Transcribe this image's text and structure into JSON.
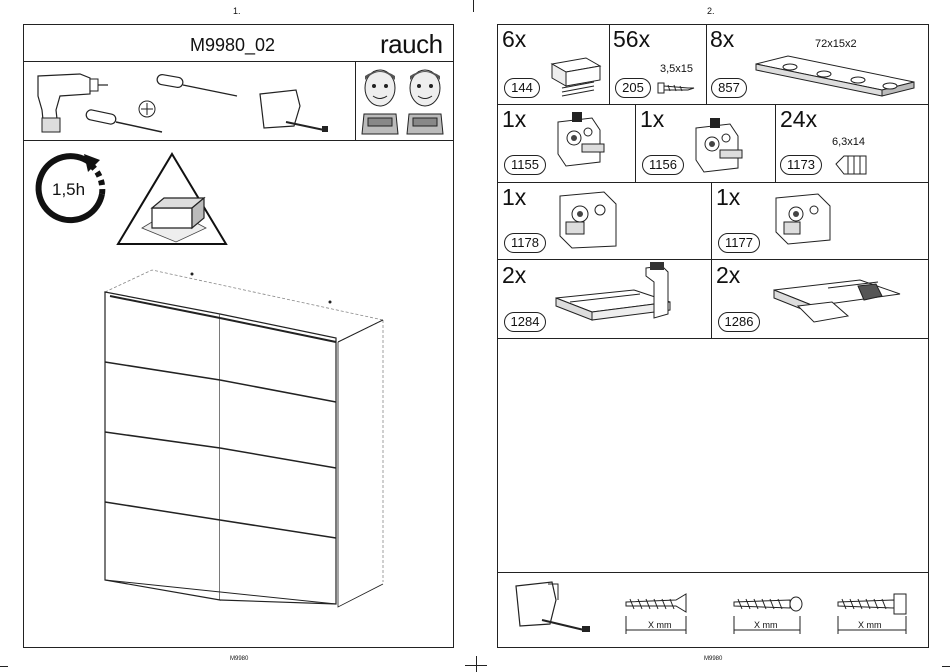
{
  "left_page": {
    "page_number": "1.",
    "title": "M9980_02",
    "brand": "rauch",
    "duration": "1,5h",
    "footer": "M9980"
  },
  "right_page": {
    "page_number": "2.",
    "footer": "M9980",
    "parts": [
      {
        "qty": "6x",
        "code": "144"
      },
      {
        "qty": "56x",
        "code": "205",
        "dim": "3,5x15"
      },
      {
        "qty": "8x",
        "code": "857",
        "dim": "72x15x2"
      },
      {
        "qty": "1x",
        "code": "1155"
      },
      {
        "qty": "1x",
        "code": "1156"
      },
      {
        "qty": "24x",
        "code": "1173",
        "dim": "6,3x14"
      },
      {
        "qty": "1x",
        "code": "1178"
      },
      {
        "qty": "1x",
        "code": "1177"
      },
      {
        "qty": "2x",
        "code": "1284"
      },
      {
        "qty": "2x",
        "code": "1286"
      }
    ],
    "screw_labels": [
      "X mm",
      "X mm",
      "X mm"
    ]
  },
  "icons": [
    "drill-icon",
    "phillips-screwdriver-icon",
    "awl-icon",
    "phillips-bit-icon",
    "tape-measure-icon",
    "assembler-person-icon",
    "clock-arrow-icon",
    "warning-triangle-icon",
    "wardrobe-drawing",
    "screw-icon"
  ]
}
